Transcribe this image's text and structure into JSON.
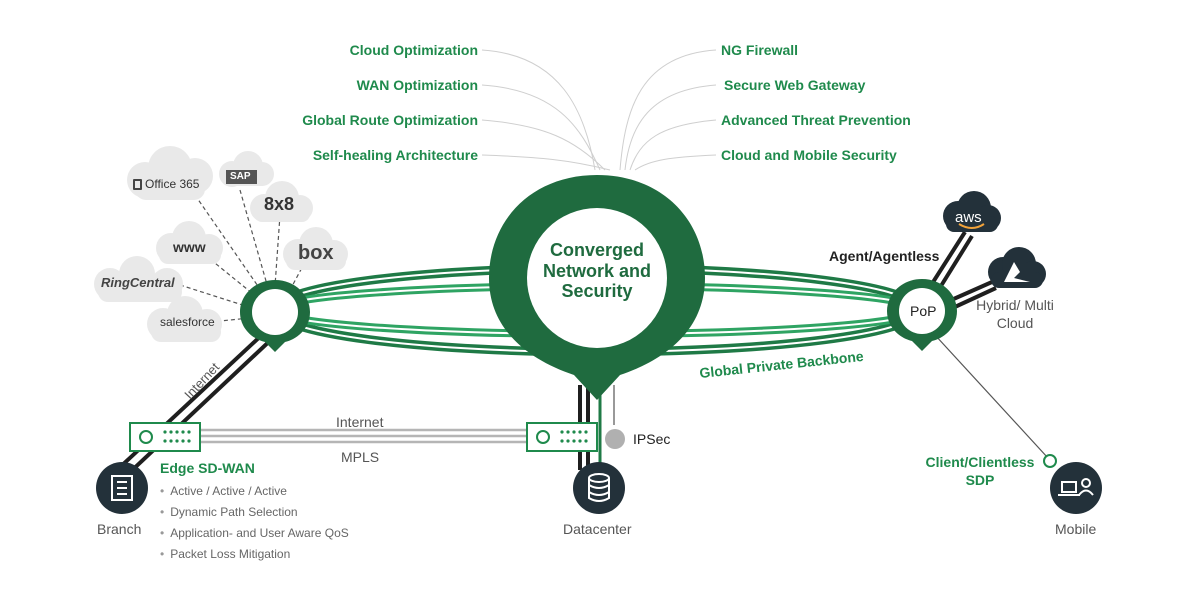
{
  "left_features": [
    "Cloud Optimization",
    "WAN Optimization",
    "Global Route Optimization",
    "Self-healing Architecture"
  ],
  "right_features": [
    "NG Firewall",
    "Secure Web Gateway",
    "Advanced Threat Prevention",
    "Cloud and Mobile Security"
  ],
  "hub": {
    "title": "Converged Network and Security"
  },
  "backbone_label": "Global Private Backbone",
  "pop_label": "PoP",
  "agent_label": "Agent/Agentless",
  "hybrid_label": "Hybrid/ Multi Cloud",
  "cloud_apps": {
    "office365": "Office 365",
    "sap": "SAP",
    "eightx8": "8x8",
    "www": "www",
    "box": "box",
    "ringcentral": "RingCentral",
    "salesforce": "salesforce",
    "aws": "aws"
  },
  "internet_diag": "Internet",
  "link_internet": "Internet",
  "link_mpls": "MPLS",
  "ipsec_label": "IPSec",
  "edge": {
    "title": "Edge SD-WAN",
    "bullets": [
      "Active / Active / Active",
      "Dynamic Path Selection",
      "Application- and User Aware QoS",
      "Packet Loss Mitigation"
    ]
  },
  "branch_label": "Branch",
  "datacenter_label": "Datacenter",
  "client_label": "Client/Clientless SDP",
  "mobile_label": "Mobile",
  "colors": {
    "green_dark": "#1f6b3f",
    "green": "#1f8a4c",
    "green_light": "#2fa463",
    "node_dark": "#23313a",
    "gray": "#b5b5b5"
  }
}
